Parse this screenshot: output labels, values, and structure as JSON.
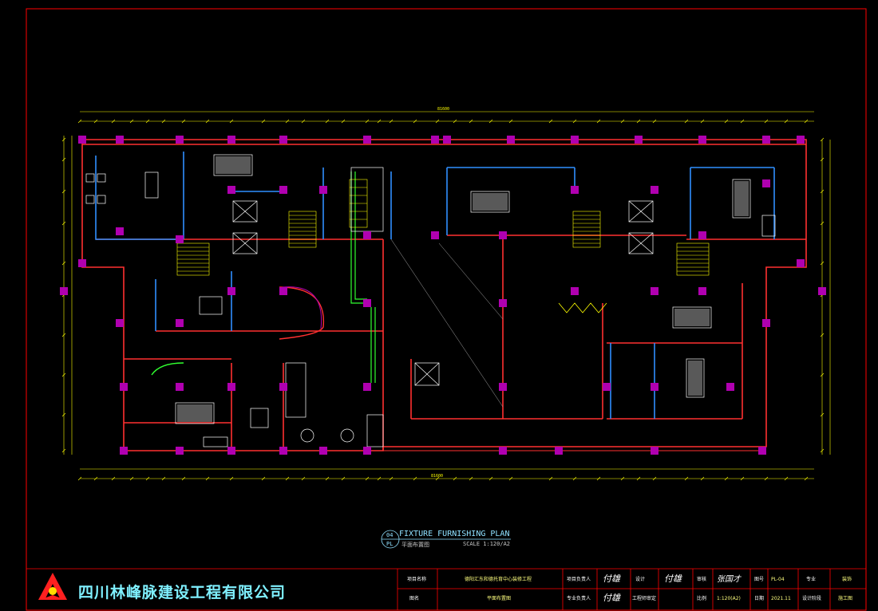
{
  "drawing": {
    "title": "FIXTURE FURNISHING PLAN",
    "subtitle": "平面布置图",
    "scale": "SCALE 1:120/A2",
    "index_top": "04",
    "index_bottom": "PL"
  },
  "company": {
    "name": "四川林峰脉建设工程有限公司"
  },
  "title_block": {
    "project_name_label": "项目名称",
    "project_name": "德阳汇东和德托育中心装修工程",
    "drawing_name_label": "图名",
    "drawing_name": "平面布置图",
    "project_lead_label": "项目负责人",
    "safety_lead_label": "专业负责人",
    "design_label": "设计",
    "drafter_label": "工程师审定",
    "review_label": "审核",
    "ratio_label": "比例",
    "ratio": "1:120(A2)",
    "drawing_no_label": "图号",
    "drawing_no": "PL-04",
    "date_label": "日期",
    "date": "2021.11",
    "major_label": "专业",
    "major": "装饰",
    "stage_label": "设计阶段",
    "stage": "施工图",
    "signature_1": "付雄",
    "signature_2": "付雄",
    "signature_3": "张国才"
  },
  "overall_dim": "81600",
  "colors": {
    "frame": "#ff0000",
    "wall": "#ff3030",
    "glass": "#2f8fff",
    "column": "#b000b0",
    "furniture": "#ffffff",
    "text": "#ffff7f",
    "green": "#30ff30",
    "dim": "#ffff00"
  }
}
